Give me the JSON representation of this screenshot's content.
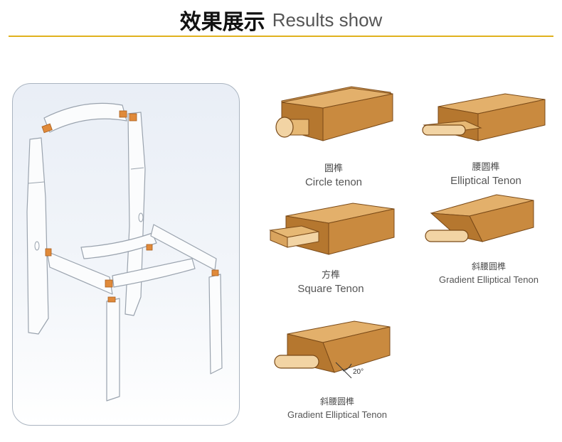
{
  "header": {
    "title_cn": "效果展示",
    "title_en": "Results show",
    "accent_color": "#e0b21e"
  },
  "chair": {
    "icon": "chair-exploded-diagram-icon",
    "panel_background": "#e9eef6",
    "joint_color": "#e08a3a"
  },
  "tenons": [
    {
      "cn": "圆榫",
      "en": "Circle tenon",
      "icon": "circle-tenon-icon"
    },
    {
      "cn": "腰圆榫",
      "en": "Elliptical Tenon",
      "icon": "elliptical-tenon-icon"
    },
    {
      "cn": "方榫",
      "en": "Square Tenon",
      "icon": "square-tenon-icon"
    },
    {
      "cn": "斜腰圆榫",
      "en": "Gradient Elliptical Tenon",
      "icon": "gradient-elliptical-tenon-icon"
    },
    {
      "cn": "斜腰圆榫",
      "en": "Gradient Elliptical Tenon",
      "icon": "gradient-elliptical-tenon-20-icon",
      "angle_label": "20°"
    }
  ],
  "wood_colors": {
    "top": "#dba35c",
    "front": "#c98a3f",
    "side": "#b5772f",
    "edge": "#7a4a18"
  }
}
